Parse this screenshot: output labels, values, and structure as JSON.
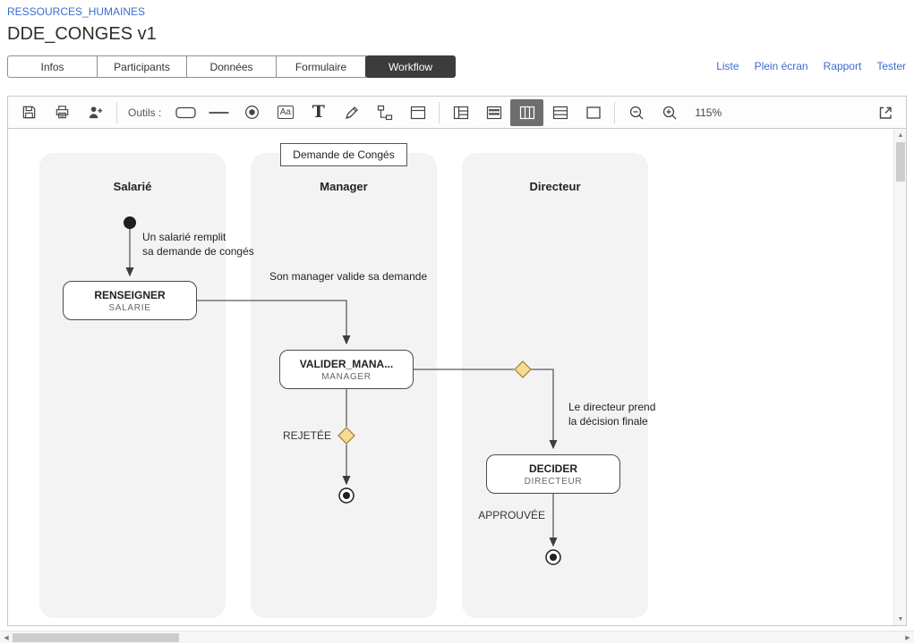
{
  "breadcrumb": {
    "label": "RESSOURCES_HUMAINES"
  },
  "page": {
    "title": "DDE_CONGES v1"
  },
  "tabs": [
    {
      "label": "Infos"
    },
    {
      "label": "Participants"
    },
    {
      "label": "Données"
    },
    {
      "label": "Formulaire"
    },
    {
      "label": "Workflow",
      "active": true
    }
  ],
  "actions": [
    {
      "label": "Liste"
    },
    {
      "label": "Plein écran"
    },
    {
      "label": "Rapport"
    },
    {
      "label": "Tester"
    }
  ],
  "toolbar": {
    "tools_label": "Outils :",
    "aa_glyph": "Aa",
    "t_glyph": "T",
    "zoom_level": "115%",
    "selected_tool": "columns-layout"
  },
  "workflow": {
    "process_title": "Demande de Congés",
    "lanes": [
      {
        "label": "Salarié"
      },
      {
        "label": "Manager"
      },
      {
        "label": "Directeur"
      }
    ],
    "tasks": [
      {
        "name": "RENSEIGNER",
        "role": "SALARIE"
      },
      {
        "name": "VALIDER_MANA...",
        "role": "MANAGER"
      },
      {
        "name": "DECIDER",
        "role": "DIRECTEUR"
      }
    ],
    "annotations": [
      {
        "text": "Un salarié remplit\nsa demande de congés"
      },
      {
        "text": "Son manager valide sa demande"
      },
      {
        "text": "Le directeur prend\nla décision finale"
      }
    ],
    "transitions": [
      {
        "label": "REJETÉE"
      },
      {
        "label": "APPROUVÉE"
      }
    ]
  },
  "colors": {
    "link_blue": "#3a6ccd",
    "active_tab_bg": "#3c3c3c",
    "lane_bg": "#f3f3f3",
    "gateway_fill": "#F7DB93",
    "gateway_stroke": "#9c7f2f"
  }
}
